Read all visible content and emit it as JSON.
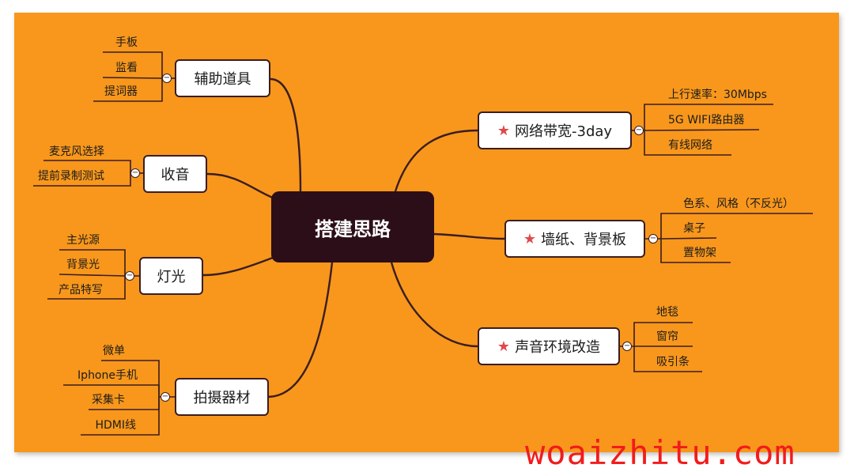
{
  "center": "搭建思路",
  "left_branches": [
    {
      "label": "辅助道具",
      "leaves": [
        "手板",
        "监看",
        "提词器"
      ]
    },
    {
      "label": "收音",
      "leaves": [
        "麦克风选择",
        "提前录制测试"
      ]
    },
    {
      "label": "灯光",
      "leaves": [
        "主光源",
        "背景光",
        "产品特写"
      ]
    },
    {
      "label": "拍摄器材",
      "leaves": [
        "微单",
        "Iphone手机",
        "采集卡",
        "HDMI线"
      ]
    }
  ],
  "right_branches": [
    {
      "label": "网络带宽-3day",
      "starred": true,
      "leaves": [
        "上行速率：30Mbps",
        "5G WIFI路由器",
        "有线网络"
      ]
    },
    {
      "label": "墙纸、背景板",
      "starred": true,
      "leaves": [
        "色系、风格（不反光）",
        "桌子",
        "置物架"
      ]
    },
    {
      "label": "声音环境改造",
      "starred": true,
      "leaves": [
        "地毯",
        "窗帘",
        "吸引条"
      ]
    }
  ],
  "star_icon": "★",
  "collapse_icon": "−",
  "colors": {
    "background": "#f8971b",
    "center_fill": "#2c0e19",
    "line": "#3a1d20",
    "star": "#e0484b",
    "watermark": "#f21b1b"
  },
  "watermark": "woaizhitu.com"
}
